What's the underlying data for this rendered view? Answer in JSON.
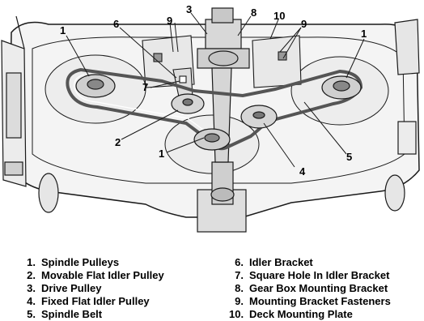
{
  "callouts": {
    "c1_top_left": "1",
    "c1_top_right": "1",
    "c1_bottom": "1",
    "c2": "2",
    "c3": "3",
    "c4": "4",
    "c5": "5",
    "c6": "6",
    "c7": "7",
    "c8": "8",
    "c9_left": "9",
    "c9_right": "9",
    "c10": "10"
  },
  "legend": {
    "left": [
      {
        "num": "1.",
        "label": "Spindle Pulleys"
      },
      {
        "num": "2.",
        "label": "Movable Flat Idler Pulley"
      },
      {
        "num": "3.",
        "label": "Drive Pulley"
      },
      {
        "num": "4.",
        "label": "Fixed Flat Idler Pulley"
      },
      {
        "num": "5.",
        "label": "Spindle Belt"
      }
    ],
    "right": [
      {
        "num": "6.",
        "label": "Idler Bracket"
      },
      {
        "num": "7.",
        "label": "Square Hole In Idler Bracket"
      },
      {
        "num": "8.",
        "label": "Gear Box Mounting Bracket"
      },
      {
        "num": "9.",
        "label": "Mounting Bracket Fasteners"
      },
      {
        "num": "10.",
        "label": "Deck Mounting Plate"
      }
    ]
  },
  "colors": {
    "line": "#1a1a1a",
    "belt": "#555555",
    "deck": "#f4f4f4"
  }
}
